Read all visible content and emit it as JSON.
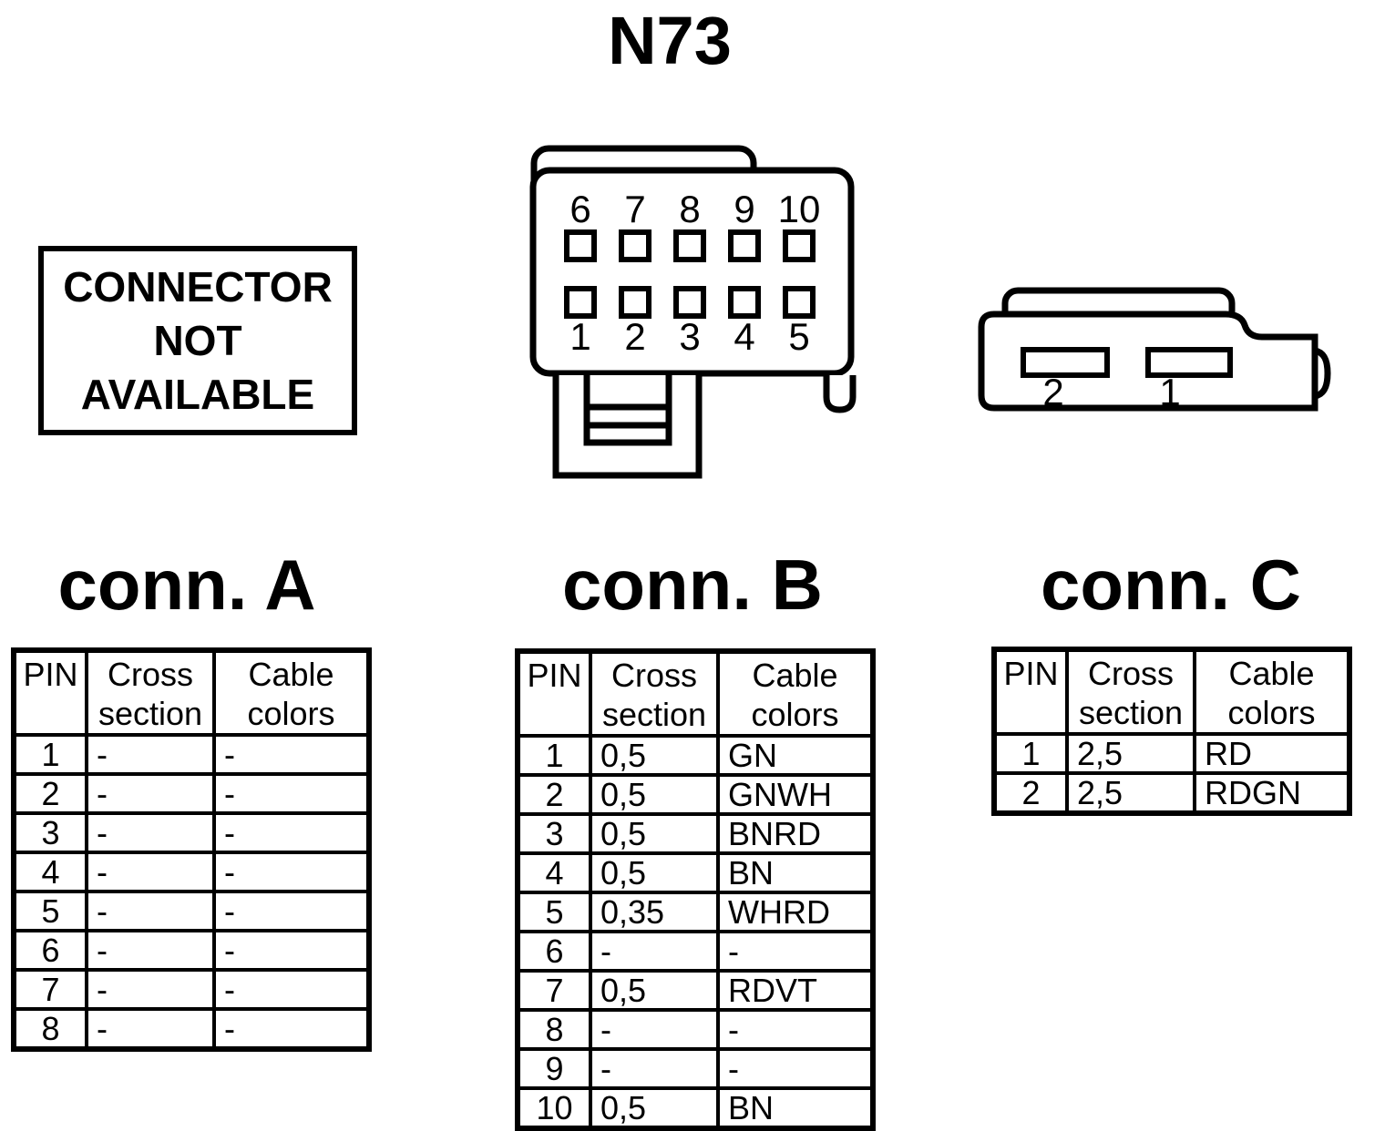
{
  "title": "N73",
  "not_available": {
    "lines": [
      "CONNECTOR",
      "NOT",
      "AVAILABLE"
    ]
  },
  "connector_b_drawing": {
    "top_row_pins": [
      "6",
      "7",
      "8",
      "9",
      "10"
    ],
    "bottom_row_pins": [
      "1",
      "2",
      "3",
      "4",
      "5"
    ]
  },
  "connector_c_drawing": {
    "slot_labels": [
      "2",
      "1"
    ]
  },
  "table_header": {
    "pin": "PIN",
    "cross_section": "Cross section",
    "cable_colors": "Cable colors"
  },
  "sections": [
    {
      "id": "A",
      "title": "conn. A",
      "rows": [
        [
          "1",
          "-",
          "-"
        ],
        [
          "2",
          "-",
          "-"
        ],
        [
          "3",
          "-",
          "-"
        ],
        [
          "4",
          "-",
          "-"
        ],
        [
          "5",
          "-",
          "-"
        ],
        [
          "6",
          "-",
          "-"
        ],
        [
          "7",
          "-",
          "-"
        ],
        [
          "8",
          "-",
          "-"
        ]
      ]
    },
    {
      "id": "B",
      "title": "conn. B",
      "rows": [
        [
          "1",
          "0,5",
          "GN"
        ],
        [
          "2",
          "0,5",
          "GNWH"
        ],
        [
          "3",
          "0,5",
          "BNRD"
        ],
        [
          "4",
          "0,5",
          "BN"
        ],
        [
          "5",
          "0,35",
          "WHRD"
        ],
        [
          "6",
          "-",
          "-"
        ],
        [
          "7",
          "0,5",
          "RDVT"
        ],
        [
          "8",
          "-",
          "-"
        ],
        [
          "9",
          "-",
          "-"
        ],
        [
          "10",
          "0,5",
          "BN"
        ]
      ]
    },
    {
      "id": "C",
      "title": "conn. C",
      "rows": [
        [
          "1",
          "2,5",
          "RD"
        ],
        [
          "2",
          "2,5",
          "RDGN"
        ]
      ]
    }
  ],
  "colors": {
    "ink": "#000000",
    "background": "#ffffff"
  }
}
